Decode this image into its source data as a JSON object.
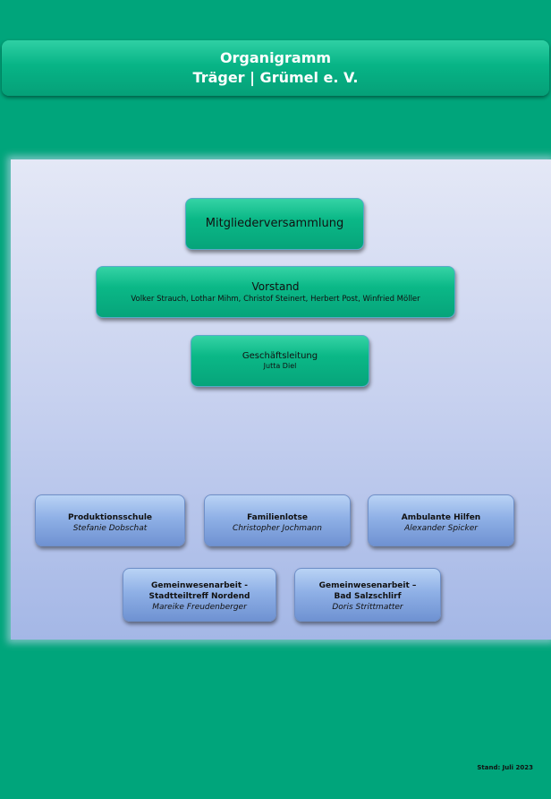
{
  "header": {
    "line1": "Organigramm",
    "line2": "Träger | Grümel e. V."
  },
  "top": [
    {
      "title": "Mitgliederversammlung"
    },
    {
      "title": "Vorstand",
      "members": "Volker Strauch, Lothar Mihm, Christof Steinert, Herbert Post, Winfried Möller"
    },
    {
      "title": "Geschäftsleitung",
      "members": "Jutta Diel"
    }
  ],
  "units": [
    {
      "title": "Produktionsschule",
      "person": "Stefanie Dobschat"
    },
    {
      "title": "Familienlotse",
      "person": "Christopher Jochmann"
    },
    {
      "title": "Ambulante Hilfen",
      "person": "Alexander Spicker"
    },
    {
      "title": "Gemeinwesenarbeit -",
      "title2": "Stadtteiltreff Nordend",
      "person": "Mareike Freudenberger"
    },
    {
      "title": "Gemeinwesenarbeit –",
      "title2": "Bad Salzschlirf",
      "person": "Doris Strittmatter"
    }
  ],
  "footer": {
    "stand": "Stand: Juli 2023"
  }
}
